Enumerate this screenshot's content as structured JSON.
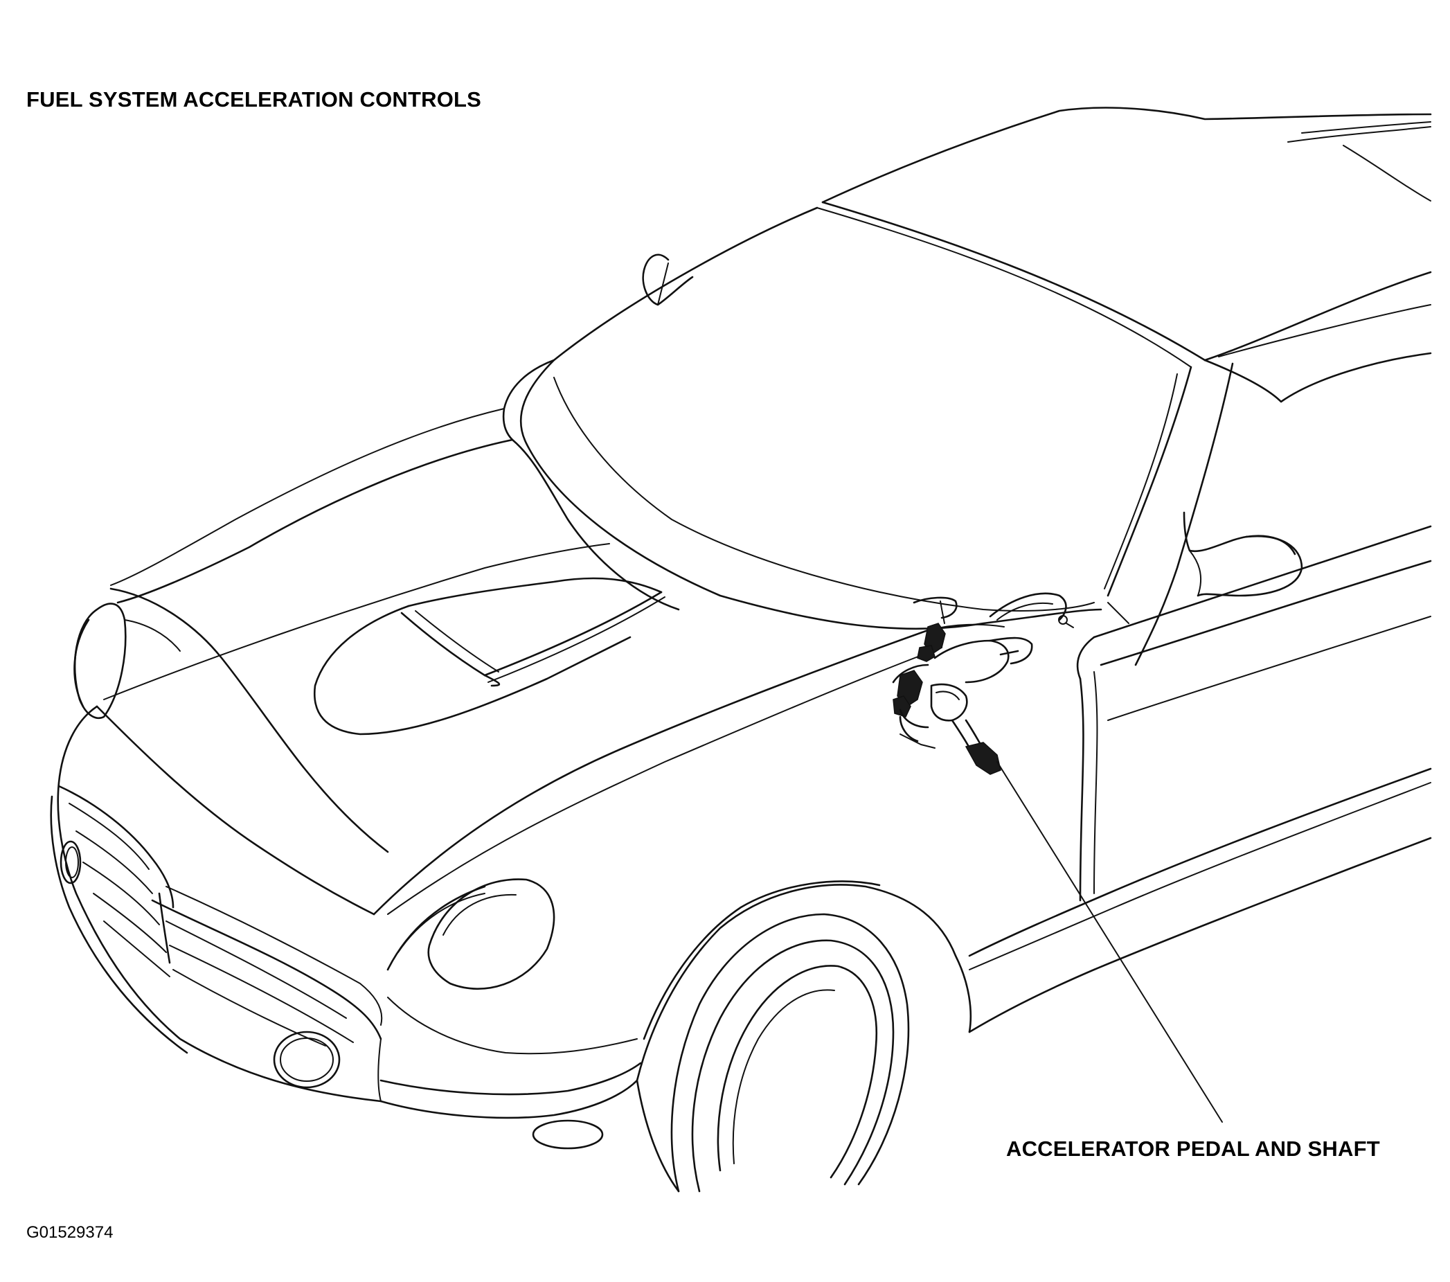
{
  "diagram": {
    "title": "FUEL SYSTEM ACCELERATION CONTROLS",
    "callouts": [
      {
        "label": "ACCELERATOR PEDAL AND SHAFT"
      }
    ],
    "figure_code": "G01529374"
  },
  "colors": {
    "ink": "#111111",
    "background": "#ffffff"
  }
}
